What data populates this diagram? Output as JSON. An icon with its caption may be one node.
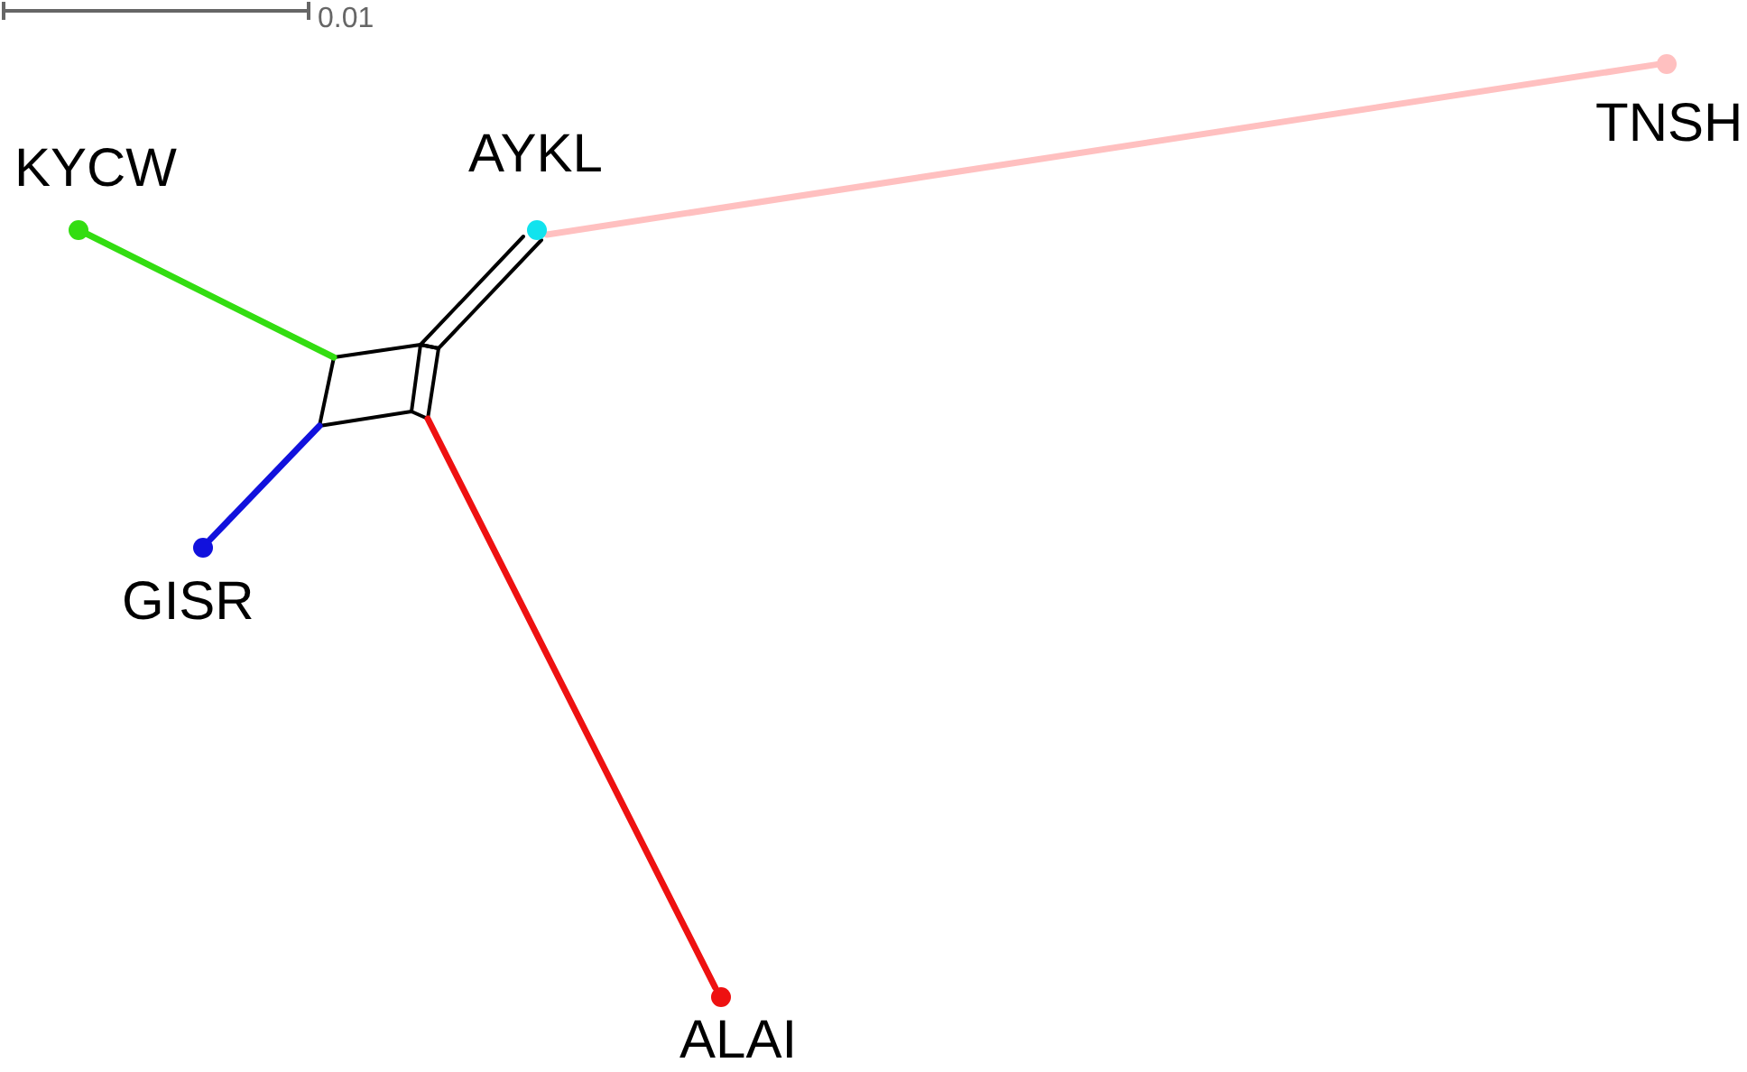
{
  "diagram": {
    "nodes": [
      {
        "text": [
          "KYCW"
        ]
      },
      {
        "text": [
          "AYKL"
        ]
      },
      {
        "text": [
          "TNSH"
        ]
      },
      {
        "text": [],
        "shape": "box"
      },
      {
        "text": [
          "GISR"
        ]
      },
      {
        "text": [
          "ALAI"
        ]
      }
    ],
    "edges": [
      {
        "from": 0,
        "to": 3,
        "arrow": "none",
        "color": "#33dd11"
      },
      {
        "from": 1,
        "to": 3,
        "arrow": "none",
        "color": "#000000"
      },
      {
        "from": 1,
        "to": 2,
        "arrow": "none",
        "color": "#ffc0c0"
      },
      {
        "from": 4,
        "to": 3,
        "arrow": "none",
        "color": "#1111dd"
      },
      {
        "from": 5,
        "to": 3,
        "arrow": "none",
        "color": "#ee1111"
      }
    ],
    "labels": [
      "0.01"
    ]
  }
}
